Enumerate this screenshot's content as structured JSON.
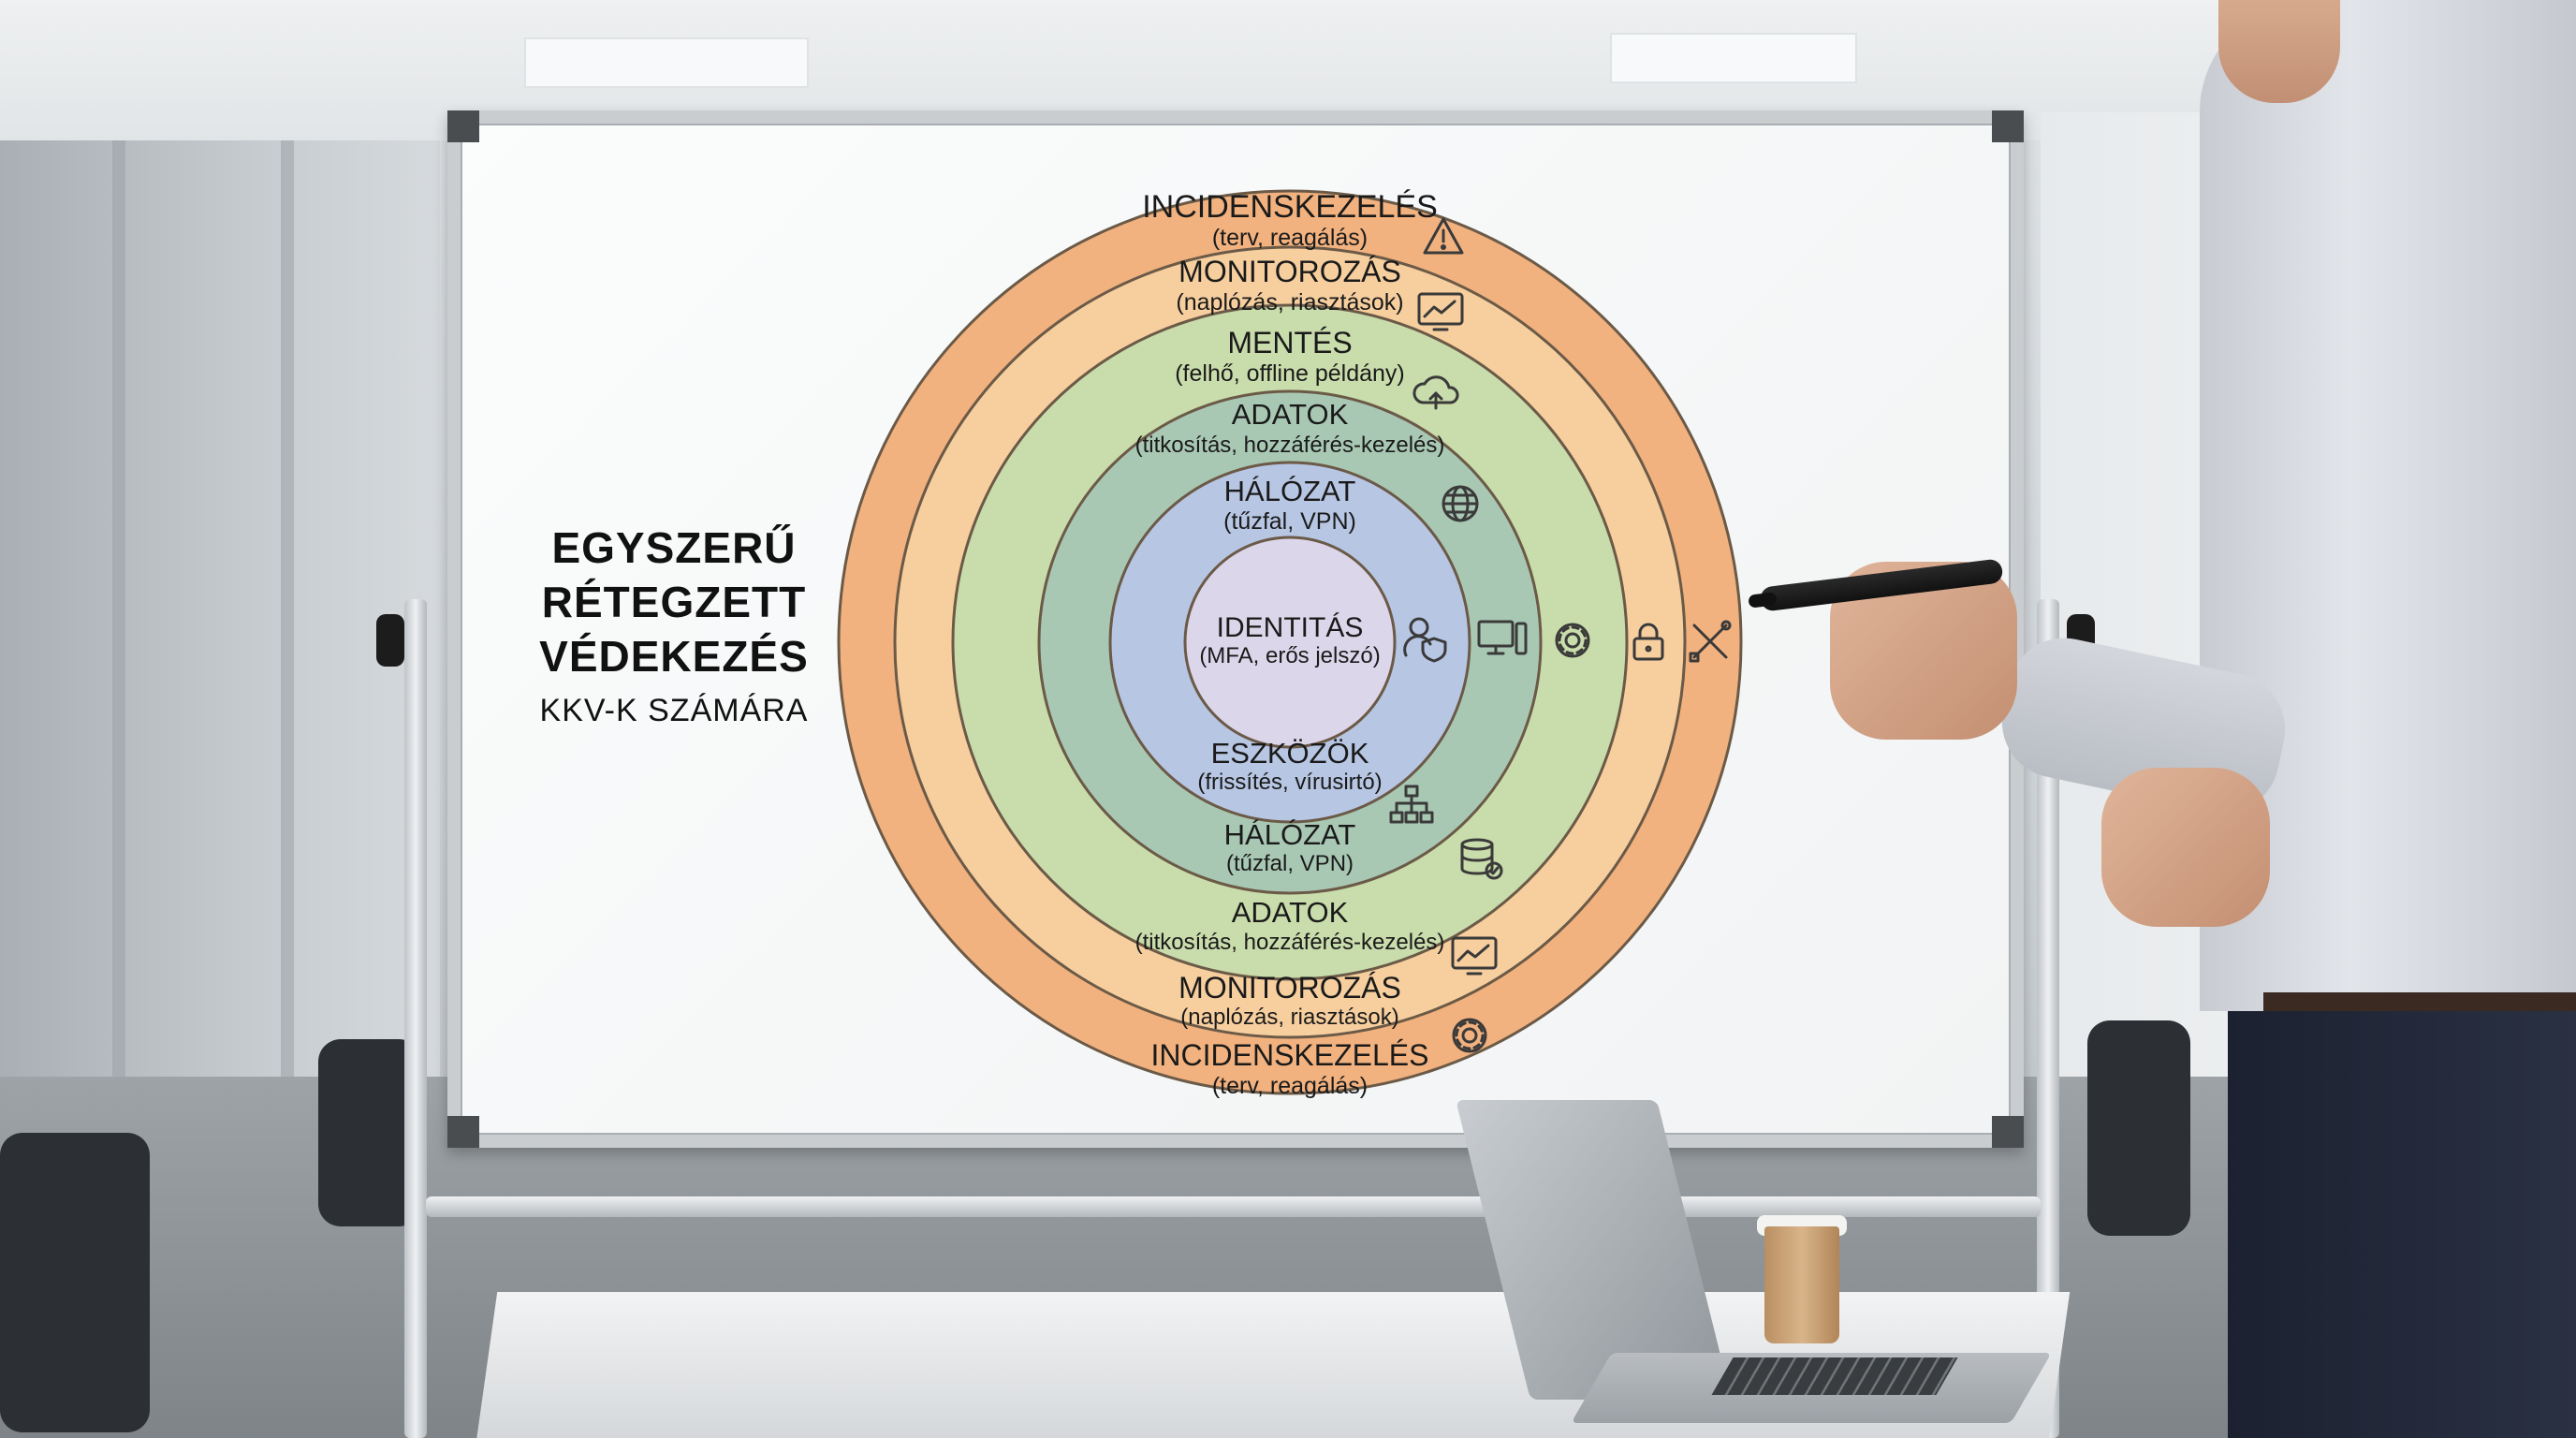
{
  "title": {
    "line1": "EGYSZERŰ",
    "line2": "RÉTEGZETT",
    "line3": "VÉDEKEZÉS",
    "line4": "KKV-K SZÁMÁRA"
  },
  "rings_top": [
    {
      "name": "INCIDENSKEZELÉS",
      "sub": "(terv, reagálás)",
      "color": "#f2b27f",
      "icon": "warning-icon"
    },
    {
      "name": "MONITOROZÁS",
      "sub": "(naplózás, riasztások)",
      "color": "#f7cf9f",
      "icon": "monitor-chart-icon"
    },
    {
      "name": "MENTÉS",
      "sub": "(felhő, offline példány)",
      "color": "#c9dcab",
      "icon": "cloud-backup-icon"
    },
    {
      "name": "ADATOK",
      "sub": "(titkosítás, hozzáférés-kezelés)",
      "color": "#b9d6a4",
      "icon": "lock-icon"
    },
    {
      "name": "HÁLÓZAT",
      "sub": "(tűzfal, VPN)",
      "color": "#a9c8b4",
      "icon": "globe-icon"
    }
  ],
  "core": {
    "name": "IDENTITÁS",
    "sub": "(MFA, erős jelszó)",
    "color": "#dcd6ea",
    "icon": "user-shield-icon"
  },
  "rings_bottom": [
    {
      "name": "ESZKÖZÖK",
      "sub": "(frissítés, vírusirtó)",
      "icon": "network-tree-icon"
    },
    {
      "name": "HÁLÓZAT",
      "sub": "(tűzfal, VPN)",
      "icon": "database-check-icon"
    },
    {
      "name": "ADATOK",
      "sub": "(titkosítás, hozzáférés-kezelés)",
      "icon": "monitor-chart-icon"
    },
    {
      "name": "MONITOROZÁS",
      "sub": "(naplózás, riasztások)",
      "icon": "gear-icon"
    },
    {
      "name": "INCIDENSKEZELÉS",
      "sub": "(terv, reagálás)",
      "icon": ""
    }
  ],
  "side_icons": [
    "user-shield-icon",
    "computer-icon",
    "gear-icon",
    "lock-icon",
    "tools-icon"
  ]
}
